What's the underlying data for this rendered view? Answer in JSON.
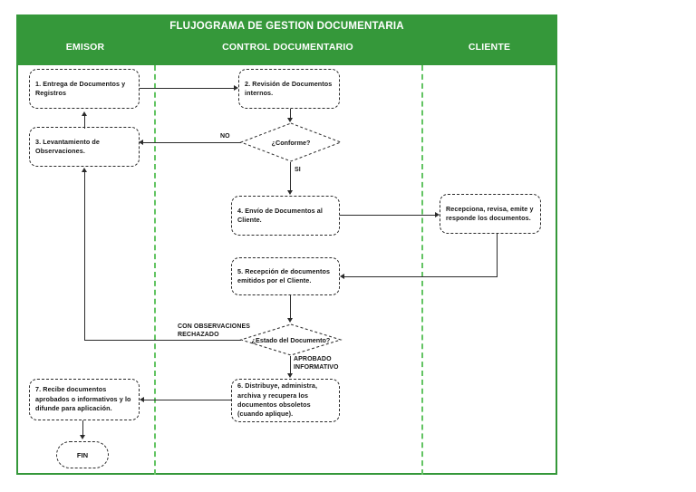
{
  "header": {
    "title": "FLUJOGRAMA DE GESTION DOCUMENTARIA",
    "lanes": [
      {
        "label": "EMISOR"
      },
      {
        "label": "CONTROL DOCUMENTARIO"
      },
      {
        "label": "CLIENTE"
      }
    ],
    "band_color": "#35983a",
    "divider_color": "#63c463"
  },
  "nodes": {
    "n1": {
      "label": "1. Entrega de Documentos y\nRegistros"
    },
    "n2": {
      "label": "2. Revisión de Documentos\ninternos."
    },
    "n3": {
      "label": "3. Levantamiento de\nObservaciones."
    },
    "n4": {
      "label": "4. Envío de Documentos al\nCliente."
    },
    "n5": {
      "label": "5. Recepción de documentos\nemitidos por el Cliente."
    },
    "n6": {
      "label": "6. Distribuye, administra,\narchiva y recupera los\ndocumentos obsoletos\n(cuando aplique)."
    },
    "n7": {
      "label": "7. Recibe documentos\naprobados o informativos y lo\ndifunde para aplicación."
    },
    "nc": {
      "label": "Recepciona, revisa, emite y\nresponde los documentos."
    },
    "fin": {
      "label": "FIN"
    }
  },
  "decisions": {
    "d1": {
      "label": "¿Conforme?"
    },
    "d2": {
      "label": "¿Estado del Documento?"
    }
  },
  "edge_labels": {
    "no": "NO",
    "si": "SI",
    "rechazado": "CON OBSERVACIONES\nRECHAZADO",
    "aprobado": "APROBADO\nINFORMATIVO"
  }
}
